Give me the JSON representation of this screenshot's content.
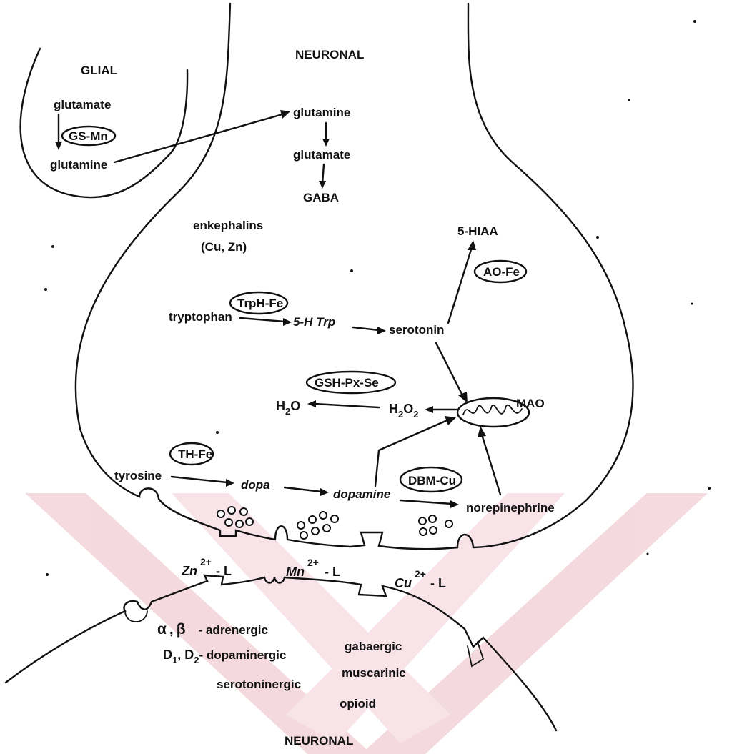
{
  "compartments": {
    "glial": "GLIAL",
    "presynaptic": "NEURONAL",
    "postsynaptic": "NEURONAL"
  },
  "glial_pathway": {
    "substrate": "glutamate",
    "product": "glutamine",
    "enzyme": "GS-Mn"
  },
  "gaba_pathway": {
    "glutamine": "glutamine",
    "glutamate": "glutamate",
    "gaba": "GABA"
  },
  "enkephalins": {
    "line1": "enkephalins",
    "line2": "(Cu, Zn)"
  },
  "serotonin_pathway": {
    "tryptophan": "tryptophan",
    "enzyme": "TrpH-Fe",
    "intermediate": "5-H Trp",
    "serotonin": "serotonin",
    "metabolite": "5-HIAA",
    "oxidase": "AO-Fe"
  },
  "peroxide_pathway": {
    "enzyme": "GSH-Px-Se",
    "substrate_base": "H",
    "substrate_sub1": "2",
    "substrate_mid": "O",
    "substrate_sub2": "2",
    "product_base": "H",
    "product_sub": "2",
    "product_end": "O"
  },
  "mitochondrion": {
    "label": "MAO"
  },
  "catecholamine_pathway": {
    "tyrosine": "tyrosine",
    "enzyme": "TH-Fe",
    "dopa": "dopa",
    "dopamine": "dopamine",
    "dbh_enzyme": "DBM-Cu",
    "norepinephrine": "norepinephrine"
  },
  "ligands": [
    {
      "ion": "Zn",
      "charge": "2+",
      "suffix": "- L"
    },
    {
      "ion": "Mn",
      "charge": "2+",
      "suffix": "- L"
    },
    {
      "ion": "Cu",
      "charge": "2+",
      "suffix": "- L"
    }
  ],
  "receptors": {
    "adrenergic_alpha": "α",
    "adrenergic_sep": ",",
    "adrenergic_beta": "β",
    "adrenergic_label": "- adrenergic",
    "dopamine_d": "D",
    "dopamine_sub1": "1",
    "dopamine_sep": ", D",
    "dopamine_sub2": "2",
    "dopamine_label": "- dopaminergic",
    "serotoninergic": "serotoninergic",
    "gabaergic": "gabaergic",
    "muscarinic": "muscarinic",
    "opioid": "opioid"
  },
  "colors": {
    "ink": "#111111",
    "paper": "#ffffff",
    "watermark": "#f3d4d9"
  }
}
